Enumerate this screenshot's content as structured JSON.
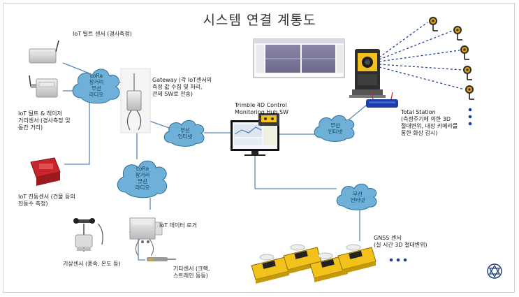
{
  "title": "시스템 연결 계통도",
  "devices": {
    "tilt_sensor": "IoT 틸트 센서 (경사측정)",
    "tilt_laser": [
      "IoT 틸트 & 레이저",
      "거리센서 (경사측정 및",
      "동간 거리)"
    ],
    "vibration": [
      "IoT 진동센서 (건물 등의",
      "진동수 측정)"
    ],
    "gateway": [
      "Gateway (각 IoT센서의",
      "측정 값 수집 및 처리,",
      "관제 SW로 전송)"
    ],
    "hub": [
      "Trimble 4D Control",
      "Monitoring Hub SW"
    ],
    "total_station": [
      "Total Station",
      "(측정주기에 의한 3D",
      "절대변위, 내장 카메라를",
      "통한 화상 감시)"
    ],
    "data_logger": "IoT 데이터 로거",
    "weather": "기상센서 (풍속, 온도 등)",
    "other_sensor": [
      "기타센서 (크랙,",
      "스트레인 등등)"
    ],
    "gnss": [
      "GNSS 센서",
      "(실 시간 3D 절대변위)"
    ]
  },
  "clouds": {
    "lora_top": [
      "LoRa",
      "장거리",
      "무선",
      "라디오"
    ],
    "lora_mid": [
      "LoRa",
      "장거리",
      "무선",
      "라디오"
    ],
    "wireless_left": [
      "무선",
      "인터넷"
    ],
    "wireless_right": [
      "무선",
      "인터넷"
    ],
    "wireless_bottom": [
      "무선",
      "인터넷"
    ]
  },
  "colors": {
    "cloud_fill": "#6fb0d8",
    "cloud_stroke": "#2d6f99",
    "line": "#5a87b8",
    "dash": "#1f3f9a",
    "gnss_yellow": "#f3c21a",
    "vibration_red": "#c8242b"
  }
}
